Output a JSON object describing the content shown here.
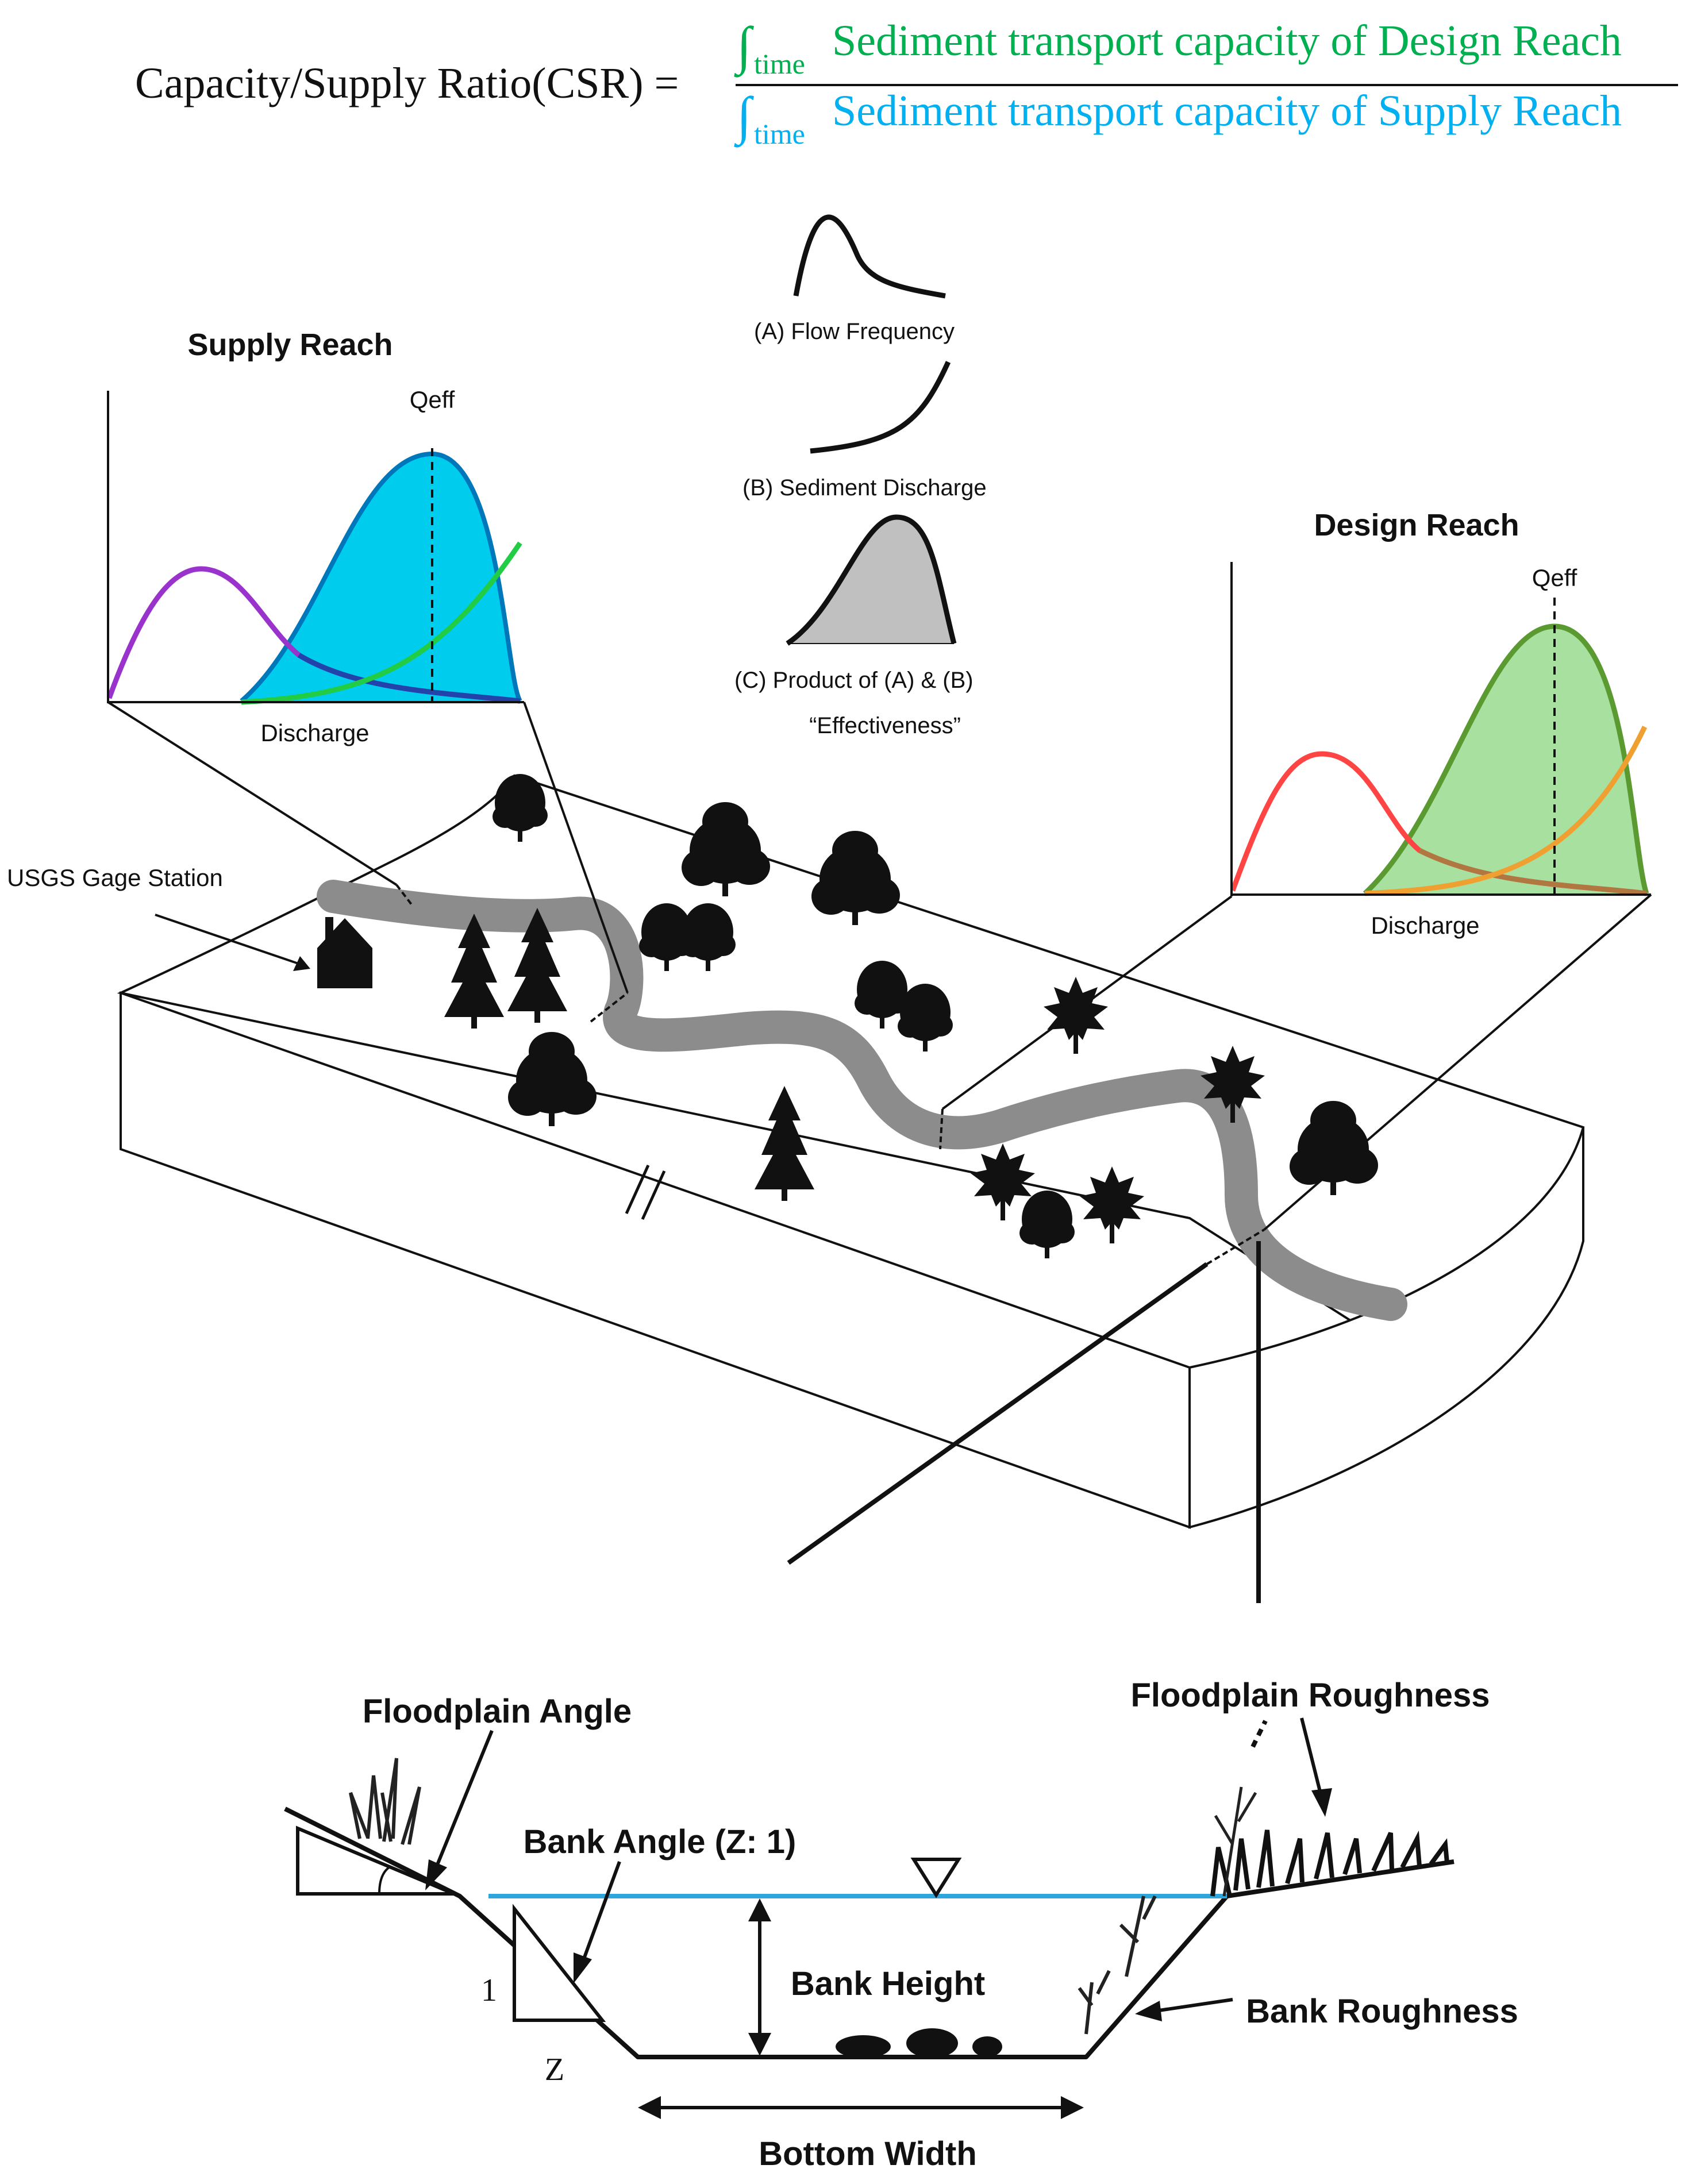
{
  "equation": {
    "lhs": "Capacity/Supply Ratio(CSR) =",
    "integral_symbol": "∫",
    "integral_subscript": "time",
    "numerator": "Sediment transport capacity of Design Reach",
    "denominator": "Sediment transport capacity of Supply Reach",
    "numerator_color": "#00b050",
    "denominator_color": "#00b0f0"
  },
  "supply_reach": {
    "title": "Supply Reach",
    "qeff_label": "Qeff",
    "xlabel": "Discharge",
    "colors": {
      "flow": "#9933cc",
      "sediment": "#22cc44",
      "effectiveness_fill": "#00ccee",
      "effectiveness_line": "#0077bb"
    }
  },
  "legend_curves": {
    "a_label": "(A)  Flow Frequency",
    "b_label": "(B)  Sediment Discharge",
    "c_label": "(C)  Product of (A) & (B)",
    "c_sublabel": "“Effectiveness”",
    "fill_color": "#c0c0c0"
  },
  "design_reach": {
    "title": "Design Reach",
    "qeff_label": "Qeff",
    "xlabel": "Discharge",
    "colors": {
      "flow": "#ff4444",
      "sediment": "#f0a030",
      "effectiveness_fill": "#a8e0a0",
      "effectiveness_line": "#5a9a30"
    }
  },
  "landscape": {
    "gage_label": "USGS Gage Station",
    "river_color": "#8c8c8c"
  },
  "cross_section": {
    "floodplain_angle": "Floodplain Angle",
    "floodplain_roughness": "Floodplain Roughness",
    "bank_angle": "Bank Angle (Z: 1)",
    "bank_height": "Bank Height",
    "bank_roughness": "Bank Roughness",
    "bottom_width": "Bottom Width",
    "slope_rise": "1",
    "slope_run": "Z",
    "water_color": "#2ea6dc"
  }
}
